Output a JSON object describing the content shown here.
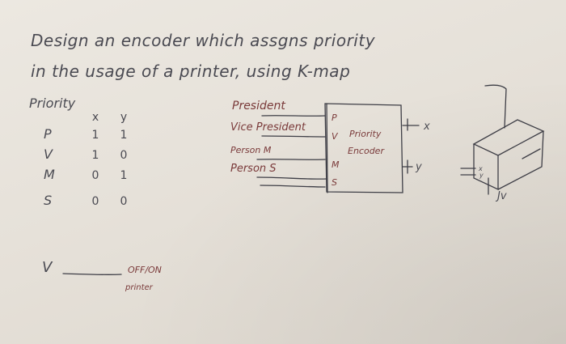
{
  "title": {
    "line1": "Design an encoder which assgns priority",
    "line2": "in the usage of a printer, using K-map"
  },
  "table": {
    "heading": "Priority",
    "col_x": "x",
    "col_y": "y",
    "rows": [
      {
        "label": "P",
        "x": "1",
        "y": "1"
      },
      {
        "label": "V",
        "x": "1",
        "y": "0"
      },
      {
        "label": "M",
        "x": "0",
        "y": "1"
      },
      {
        "label": "S",
        "x": "0",
        "y": "0"
      }
    ]
  },
  "inputs": {
    "president": "President",
    "vice_president": "Vice President",
    "person_m": "Person M",
    "person_s": "Person S"
  },
  "encoder": {
    "pin_p": "P",
    "pin_v": "V",
    "pin_m": "M",
    "pin_s": "S",
    "name_line1": "Priority",
    "name_line2": "Encoder",
    "out_x": "x",
    "out_y": "y"
  },
  "printer": {
    "in_x": "x",
    "in_y": "y",
    "power": "Jv"
  },
  "switch": {
    "v_label": "V",
    "note_line1": "OFF/ON",
    "note_line2": "printer"
  }
}
